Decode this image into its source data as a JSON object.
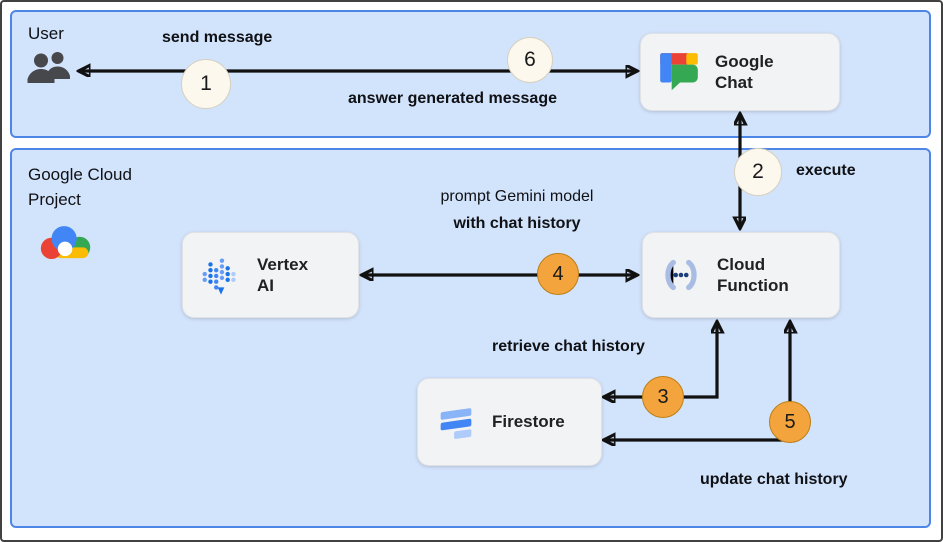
{
  "zones": {
    "user_zone": {
      "actor_label": "User"
    },
    "cloud_zone": {
      "label_line1": "Google Cloud",
      "label_line2": "Project"
    }
  },
  "nodes": {
    "google_chat": {
      "label_line1": "Google",
      "label_line2": "Chat",
      "icon": "google-chat-logo"
    },
    "vertex_ai": {
      "label_line1": "Vertex",
      "label_line2": "AI",
      "icon": "vertex-ai-icon"
    },
    "cloud_function": {
      "label_line1": "Cloud",
      "label_line2": "Function",
      "icon": "cloud-functions-icon"
    },
    "firestore": {
      "label": "Firestore",
      "icon": "firestore-icon"
    }
  },
  "edges": {
    "send_message": {
      "label": "send message",
      "step": "1",
      "from": "user",
      "to": "google_chat"
    },
    "answer_generated_message": {
      "label": "answer generated message",
      "step": "6",
      "from": "google_chat",
      "to": "user"
    },
    "execute": {
      "label": "execute",
      "step": "2",
      "from": "google_chat",
      "to": "cloud_function"
    },
    "prompt_gemini": {
      "label_line1": "prompt Gemini model",
      "label_line2": "with chat history",
      "step": "4",
      "from": "cloud_function",
      "to": "vertex_ai"
    },
    "retrieve_chat_history": {
      "label": "retrieve chat history",
      "step": "3",
      "from": "firestore",
      "to": "cloud_function"
    },
    "update_chat_history": {
      "label": "update chat history",
      "step": "5",
      "from": "cloud_function",
      "to": "firestore"
    }
  },
  "steps": {
    "s1": {
      "number": "1",
      "style": "cream"
    },
    "s2": {
      "number": "2",
      "style": "cream"
    },
    "s3": {
      "number": "3",
      "style": "orange"
    },
    "s4": {
      "number": "4",
      "style": "orange"
    },
    "s5": {
      "number": "5",
      "style": "orange"
    },
    "s6": {
      "number": "6",
      "style": "cream"
    }
  },
  "colors": {
    "zone_fill": "#d2e3fc",
    "zone_border": "#4e86e8",
    "node_fill": "#f2f3f4",
    "step_cream_fill": "#fcf8ee",
    "step_orange_fill": "#f4a43c",
    "arrow": "#111111",
    "google_blue": "#4285f4",
    "google_red": "#ea4335",
    "google_yellow": "#fbbc04",
    "google_green": "#34a853"
  }
}
